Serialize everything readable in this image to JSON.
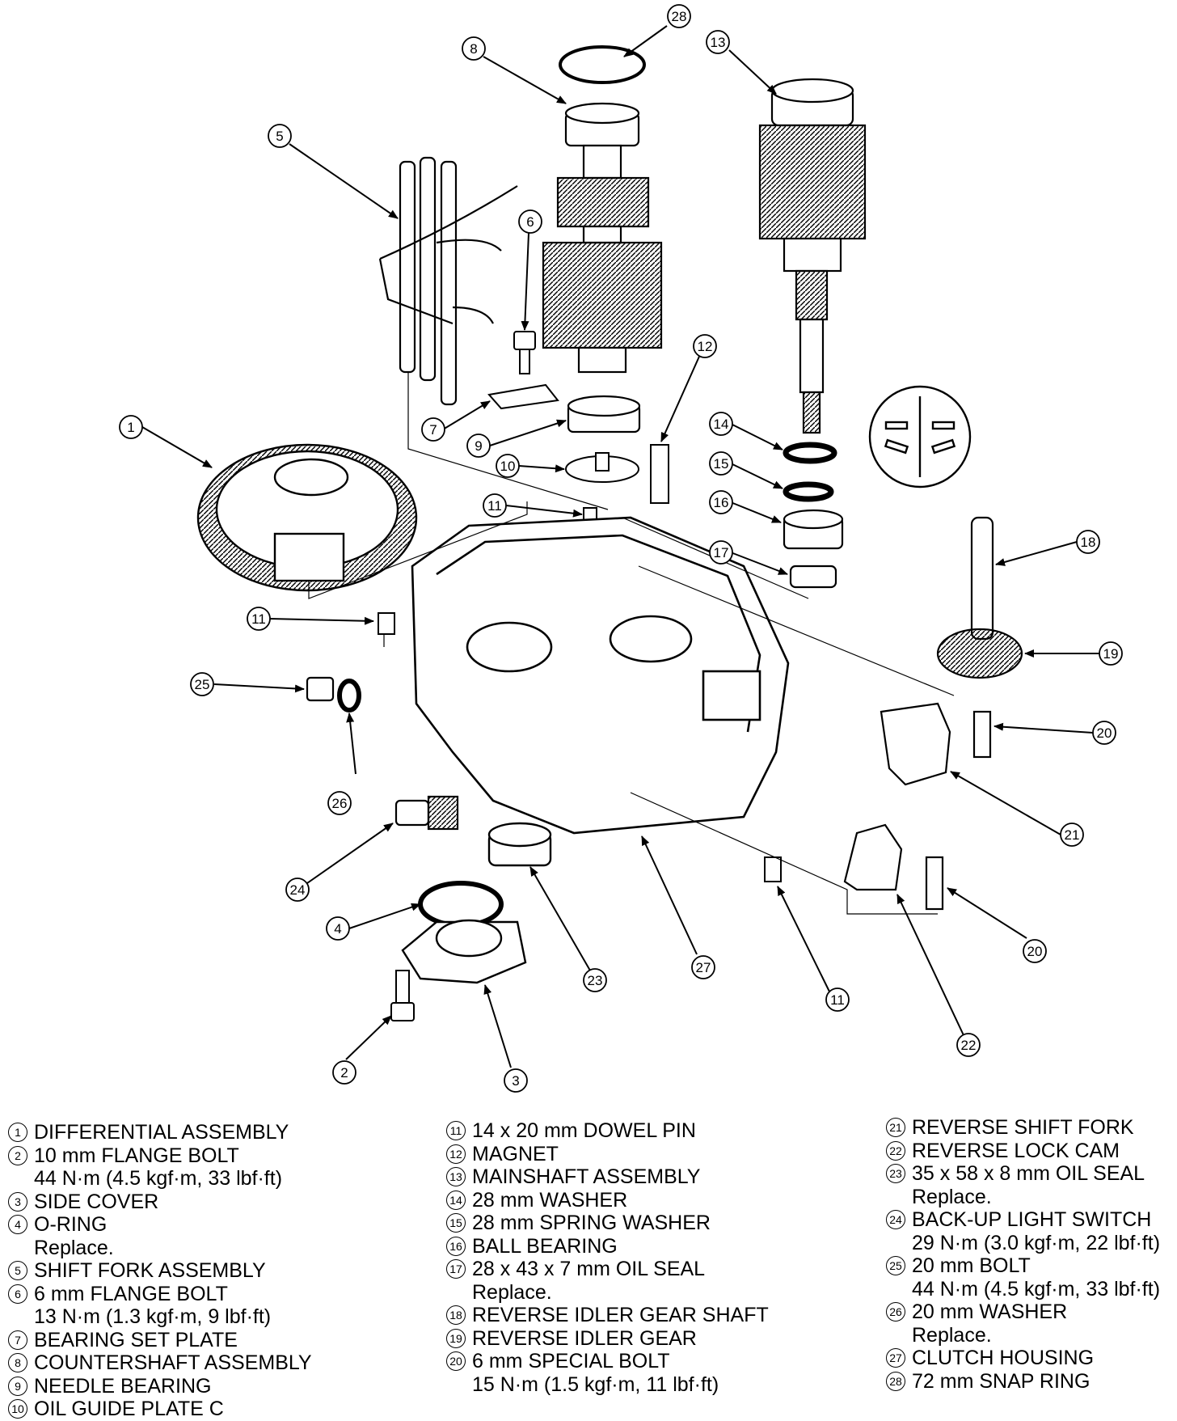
{
  "legend": {
    "col1": [
      {
        "num": "1",
        "text": "DIFFERENTIAL ASSEMBLY",
        "sub": ""
      },
      {
        "num": "2",
        "text": "10 mm FLANGE BOLT",
        "sub": "44 N·m (4.5 kgf·m, 33 lbf·ft)"
      },
      {
        "num": "3",
        "text": "SIDE COVER",
        "sub": ""
      },
      {
        "num": "4",
        "text": "O-RING",
        "sub": "Replace."
      },
      {
        "num": "5",
        "text": "SHIFT FORK ASSEMBLY",
        "sub": ""
      },
      {
        "num": "6",
        "text": "6 mm FLANGE BOLT",
        "sub": "13 N·m (1.3 kgf·m, 9 lbf·ft)"
      },
      {
        "num": "7",
        "text": "BEARING SET PLATE",
        "sub": ""
      },
      {
        "num": "8",
        "text": "COUNTERSHAFT ASSEMBLY",
        "sub": ""
      },
      {
        "num": "9",
        "text": "NEEDLE BEARING",
        "sub": ""
      },
      {
        "num": "10",
        "text": "OIL GUIDE PLATE C",
        "sub": ""
      }
    ],
    "col2": [
      {
        "num": "11",
        "text": "14 x 20 mm DOWEL PIN",
        "sub": ""
      },
      {
        "num": "12",
        "text": "MAGNET",
        "sub": ""
      },
      {
        "num": "13",
        "text": "MAINSHAFT ASSEMBLY",
        "sub": ""
      },
      {
        "num": "14",
        "text": "28 mm WASHER",
        "sub": ""
      },
      {
        "num": "15",
        "text": "28 mm SPRING WASHER",
        "sub": ""
      },
      {
        "num": "16",
        "text": "BALL BEARING",
        "sub": ""
      },
      {
        "num": "17",
        "text": "28 x 43 x 7 mm OIL SEAL",
        "sub": "Replace."
      },
      {
        "num": "18",
        "text": "REVERSE IDLER GEAR SHAFT",
        "sub": ""
      },
      {
        "num": "19",
        "text": "REVERSE IDLER GEAR",
        "sub": ""
      },
      {
        "num": "20",
        "text": "6 mm SPECIAL BOLT",
        "sub": "15 N·m (1.5 kgf·m, 11 lbf·ft)"
      }
    ],
    "col3": [
      {
        "num": "21",
        "text": "REVERSE SHIFT FORK",
        "sub": ""
      },
      {
        "num": "22",
        "text": "REVERSE LOCK CAM",
        "sub": ""
      },
      {
        "num": "23",
        "text": "35 x 58 x 8 mm OIL SEAL",
        "sub": "Replace."
      },
      {
        "num": "24",
        "text": "BACK-UP LIGHT SWITCH",
        "sub": "29 N·m (3.0 kgf·m, 22 lbf·ft)"
      },
      {
        "num": "25",
        "text": "20 mm BOLT",
        "sub": "44 N·m (4.5 kgf·m, 33 lbf·ft)"
      },
      {
        "num": "26",
        "text": "20 mm WASHER",
        "sub": "Replace."
      },
      {
        "num": "27",
        "text": "CLUTCH HOUSING",
        "sub": ""
      },
      {
        "num": "28",
        "text": "72 mm SNAP RING",
        "sub": ""
      }
    ]
  },
  "callouts": [
    "28",
    "8",
    "13",
    "5",
    "6",
    "12",
    "1",
    "7",
    "9",
    "10",
    "11",
    "14",
    "15",
    "16",
    "17",
    "18",
    "11",
    "19",
    "25",
    "20",
    "26",
    "21",
    "24",
    "4",
    "23",
    "27",
    "20",
    "11",
    "2",
    "3",
    "22"
  ]
}
